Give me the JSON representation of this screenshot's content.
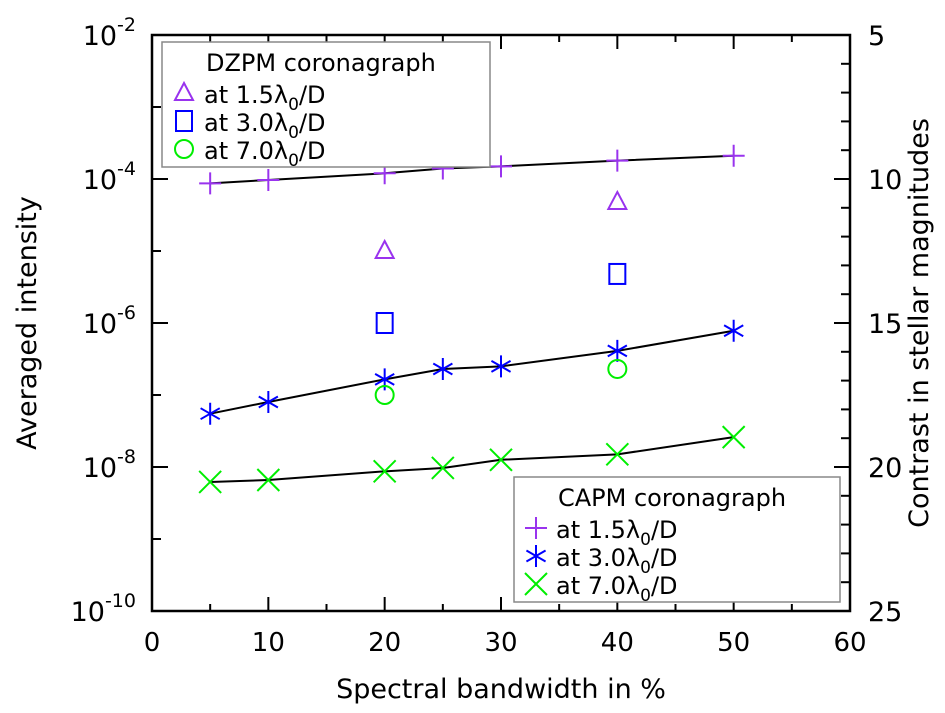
{
  "chart_data": {
    "type": "scatter",
    "xlabel": "Spectral bandwidth in %",
    "ylabel": "Averaged intensity",
    "ylabel_right": "Contrast in stellar magnitudes",
    "xlim": [
      0,
      60
    ],
    "ylim": [
      1e-10,
      0.01
    ],
    "yscale": "log",
    "x_ticks": [
      "0",
      "10",
      "20",
      "30",
      "40",
      "50",
      "60"
    ],
    "y_ticks": [
      {
        "base": "10",
        "exp": "-2"
      },
      {
        "base": "10",
        "exp": "-4"
      },
      {
        "base": "10",
        "exp": "-6"
      },
      {
        "base": "10",
        "exp": "-8"
      },
      {
        "base": "10",
        "exp": "-10"
      }
    ],
    "right_ticks": [
      "5",
      "10",
      "15",
      "20",
      "25"
    ],
    "grid": false,
    "legends": [
      {
        "position": "top-left",
        "title": "DZPM coronagraph",
        "entries": [
          {
            "marker": "triangle",
            "text": "at 1.5",
            "sub": "0",
            "suffix": "/D",
            "color": "#9933ee"
          },
          {
            "marker": "square",
            "text": "at 3.0",
            "sub": "0",
            "suffix": "/D",
            "color": "#0000ff"
          },
          {
            "marker": "circle",
            "text": "at 7.0",
            "sub": "0",
            "suffix": "/D",
            "color": "#00ee00"
          }
        ]
      },
      {
        "position": "bottom-right",
        "title": "CAPM coronagraph",
        "entries": [
          {
            "marker": "plus",
            "text": "at 1.5",
            "sub": "0",
            "suffix": "/D",
            "color": "#9933ee"
          },
          {
            "marker": "asterisk",
            "text": "at 3.0",
            "sub": "0",
            "suffix": "/D",
            "color": "#0000ff"
          },
          {
            "marker": "cross",
            "text": "at 7.0",
            "sub": "0",
            "suffix": "/D",
            "color": "#00ee00"
          }
        ]
      }
    ],
    "series": [
      {
        "group": "CAPM",
        "marker": "plus",
        "color": "#9933ee",
        "line": true,
        "x": [
          5,
          10,
          20,
          25,
          30,
          40,
          50
        ],
        "y": [
          8.7e-05,
          9.7e-05,
          0.00012,
          0.00014,
          0.00015,
          0.00018,
          0.00021
        ]
      },
      {
        "group": "CAPM",
        "marker": "asterisk",
        "color": "#0000ff",
        "line": true,
        "x": [
          5,
          10,
          20,
          25,
          30,
          40,
          50
        ],
        "y": [
          5.5e-08,
          8e-08,
          1.65e-07,
          2.3e-07,
          2.5e-07,
          4.1e-07,
          7.8e-07
        ]
      },
      {
        "group": "CAPM",
        "marker": "cross",
        "color": "#00ee00",
        "line": true,
        "x": [
          5,
          10,
          20,
          25,
          30,
          40,
          50
        ],
        "y": [
          6.2e-09,
          6.6e-09,
          8.7e-09,
          9.7e-09,
          1.26e-08,
          1.5e-08,
          2.6e-08
        ]
      },
      {
        "group": "DZPM",
        "marker": "triangle",
        "color": "#9933ee",
        "line": false,
        "x": [
          20,
          40
        ],
        "y": [
          1e-05,
          4.8e-05
        ]
      },
      {
        "group": "DZPM",
        "marker": "square",
        "color": "#0000ff",
        "line": false,
        "x": [
          20,
          40
        ],
        "y": [
          1e-06,
          4.8e-06
        ]
      },
      {
        "group": "DZPM",
        "marker": "circle",
        "color": "#00ee00",
        "line": false,
        "x": [
          20,
          40
        ],
        "y": [
          1e-07,
          2.3e-07
        ]
      }
    ]
  }
}
